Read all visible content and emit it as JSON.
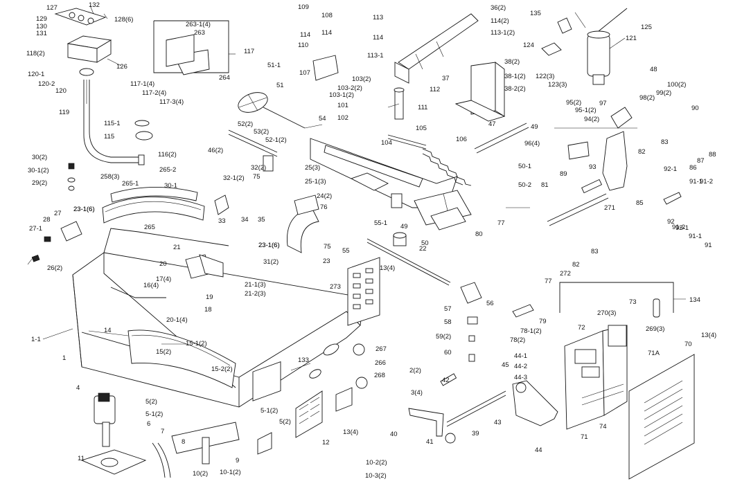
{
  "diagram": {
    "labels": {
      "l1": "1",
      "l1_1": "1-1",
      "l4": "4",
      "l5_2": "5(2)",
      "l5_1_2": "5-1(2)",
      "l6": "6",
      "l7": "7",
      "l8": "8",
      "l9": "9",
      "l10_2": "10(2)",
      "l10_1_2": "10-1(2)",
      "l10_2_2": "10-2(2)",
      "l10_3_2": "10-3(2)",
      "l11": "11",
      "l12": "12",
      "l13_4a": "13(4)",
      "l13_4b": "13(4)",
      "l13_4c": "13(4)",
      "l14": "14",
      "l15_2": "15(2)",
      "l15_1_2": "15-1(2)",
      "l15_2_2": "15-2(2)",
      "l16_4": "16(4)",
      "l17_4": "17(4)",
      "l18": "18",
      "l19": "19",
      "l20": "20",
      "l20_1_4": "20-1(4)",
      "l21": "21",
      "l21_1_3": "21-1(3)",
      "l21_2_3": "21-2(3)",
      "l22": "22",
      "l23": "23",
      "l23_1_6a": "23-1(6)",
      "l23_1_6b": "23-1(6)",
      "l24_2": "24(2)",
      "l25_3": "25(3)",
      "l25_1_3": "25-1(3)",
      "l26_2": "26(2)",
      "l27": "27",
      "l27_1": "27-1",
      "l28": "28",
      "l29_2": "29(2)",
      "l30_2": "30(2)",
      "l30_1_2": "30-1(2)",
      "l30_1": "30-1",
      "l31_2": "31(2)",
      "l32_2": "32(2)",
      "l32_1_2": "32-1(2)",
      "l33": "33",
      "l34": "34",
      "l35": "35",
      "l36_2": "36(2)",
      "l37": "37",
      "l38_2": "38(2)",
      "l38_1_2": "38-1(2)",
      "l38_2_2": "38-2(2)",
      "l39": "39",
      "l40": "40",
      "l41": "41",
      "l42": "42",
      "l43": "43",
      "l44": "44",
      "l44_1": "44-1",
      "l44_2": "44-2",
      "l44_3": "44-3",
      "l45": "45",
      "l46_2": "46(2)",
      "l47": "47",
      "l48": "48",
      "l49a": "49",
      "l49b": "49",
      "l50": "50",
      "l50_1": "50-1",
      "l50_2": "50-2",
      "l51": "51",
      "l51_1": "51-1",
      "l52_2": "52(2)",
      "l52_1_2": "52-1(2)",
      "l53_2": "53(2)",
      "l54": "54",
      "l55": "55",
      "l55_1": "55-1",
      "l56": "56",
      "l57": "57",
      "l58": "58",
      "l59_2": "59(2)",
      "l60": "60",
      "l70": "70",
      "l71": "71",
      "l71A": "71A",
      "l72": "72",
      "l73": "73",
      "l74": "74",
      "l75a": "75",
      "l75b": "75",
      "l76": "76",
      "l77a": "77",
      "l77b": "77",
      "l78_2": "78(2)",
      "l78_1_2": "78-1(2)",
      "l79": "79",
      "l80": "80",
      "l81": "81",
      "l82a": "82",
      "l82b": "82",
      "l83a": "83",
      "l83b": "83",
      "l85": "85",
      "l86": "86",
      "l87": "87",
      "l88": "88",
      "l89": "89",
      "l90": "90",
      "l91": "91",
      "l91_1a": "91-1",
      "l91_1b": "91-1",
      "l91_2a": "91-2",
      "l91_2b": "91-2",
      "l92": "92",
      "l92_1": "92-1",
      "l93": "93",
      "l94_2": "94(2)",
      "l95_2": "95(2)",
      "l95_1_2": "95-1(2)",
      "l96_4": "96(4)",
      "l97": "97",
      "l98_2": "98(2)",
      "l99_2": "99(2)",
      "l100_2": "100(2)",
      "l101": "101",
      "l102": "102",
      "l103_2": "103(2)",
      "l103_1_2": "103-1(2)",
      "l103_2_2": "103-2(2)",
      "l104": "104",
      "l105": "105",
      "l106": "106",
      "l107": "107",
      "l108": "108",
      "l109": "109",
      "l110": "110",
      "l111": "111",
      "l112": "112",
      "l113": "113",
      "l113_1": "113-1",
      "l113_1_2": "113-1(2)",
      "l114a": "114",
      "l114b": "114",
      "l114c": "114",
      "l114_2": "114(2)",
      "l115": "115",
      "l115_1": "115-1",
      "l116_2": "116(2)",
      "l117": "117",
      "l117_1_4": "117-1(4)",
      "l117_2_4": "117-2(4)",
      "l117_3_4": "117-3(4)",
      "l118_2": "118(2)",
      "l119": "119",
      "l120": "120",
      "l120_1": "120-1",
      "l120_2": "120-2",
      "l121": "121",
      "l122_3": "122(3)",
      "l123_3": "123(3)",
      "l124": "124",
      "l125": "125",
      "l126": "126",
      "l127": "127",
      "l128_6": "128(6)",
      "l129": "129",
      "l130": "130",
      "l131": "131",
      "l132": "132",
      "l133": "133",
      "l134": "134",
      "l135": "135",
      "l263": "263",
      "l263_1_4": "263-1(4)",
      "l264": "264",
      "l265": "265",
      "l265_1": "265-1",
      "l265_2": "265-2",
      "l266": "266",
      "l267": "267",
      "l268": "268",
      "l269_3": "269(3)",
      "l270_3": "270(3)",
      "l271": "271",
      "l272": "272",
      "l273": "273",
      "l258_3": "258(3)",
      "l2_2": "2(2)",
      "l3_4": "3(4)",
      "l23_1_6": "23-1(6)",
      "l5_1_2b": "5-1(2)",
      "l5_2b": "5(2)",
      "l92_1b": "92-1",
      "l23_1_6c": "23-1(6)"
    }
  }
}
